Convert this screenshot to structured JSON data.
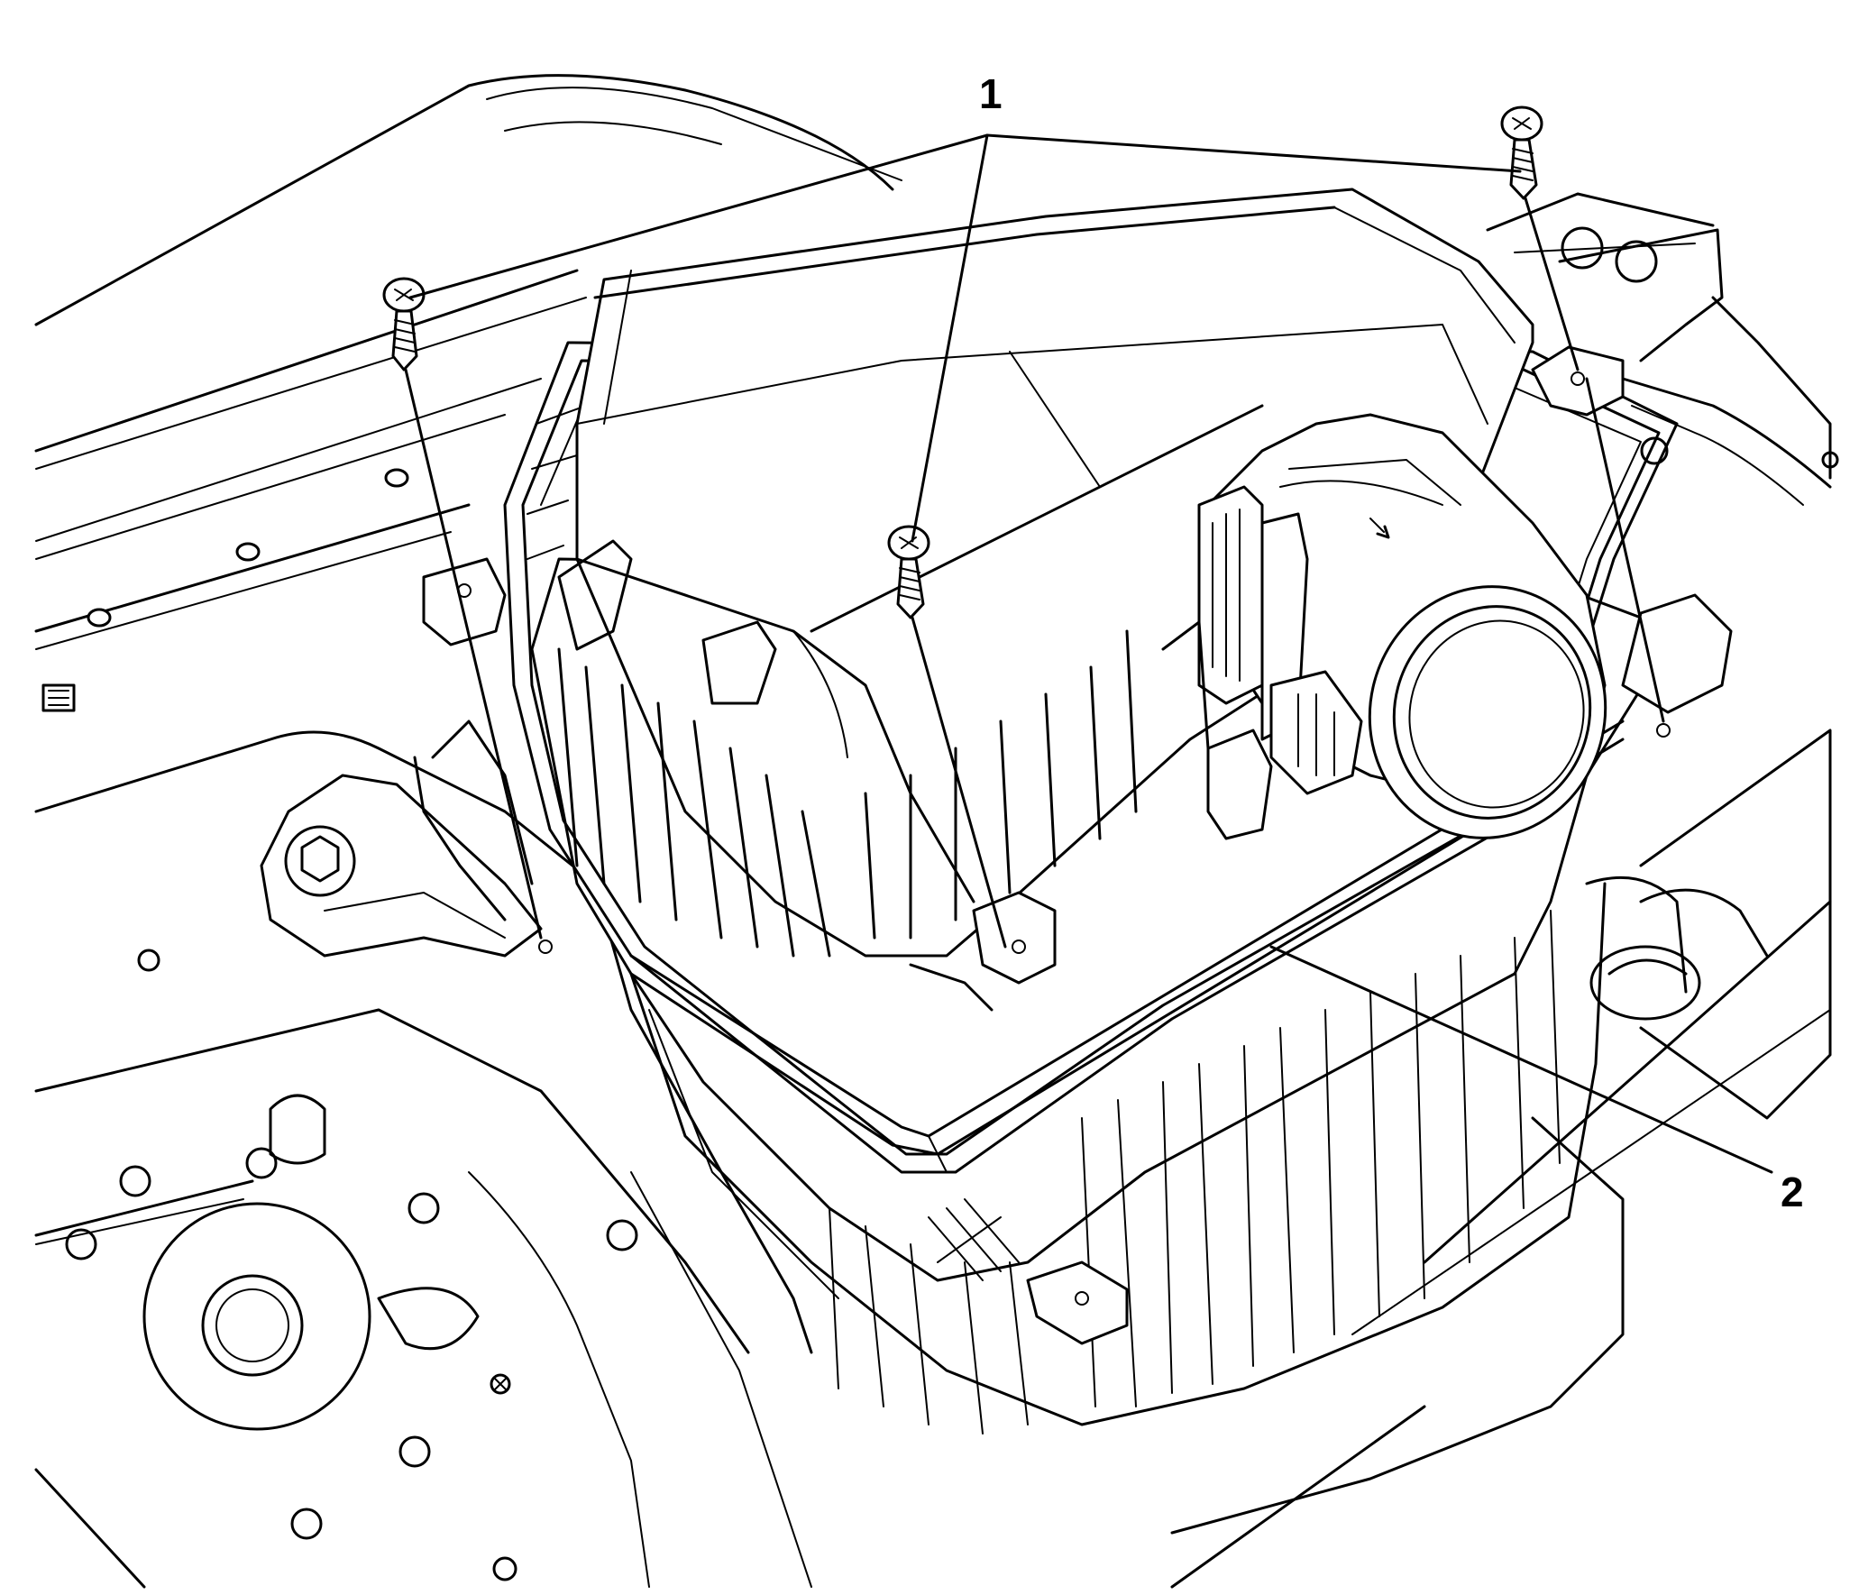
{
  "diagram": {
    "callouts": [
      {
        "id": "1",
        "label": "1"
      },
      {
        "id": "2",
        "label": "2"
      }
    ],
    "colors": {
      "line": "#000000",
      "background": "#ffffff"
    },
    "icons": [
      "screw-icon",
      "air-cleaner-housing-icon",
      "mass-airflow-sensor-icon",
      "flow-direction-arrow-icon"
    ]
  }
}
